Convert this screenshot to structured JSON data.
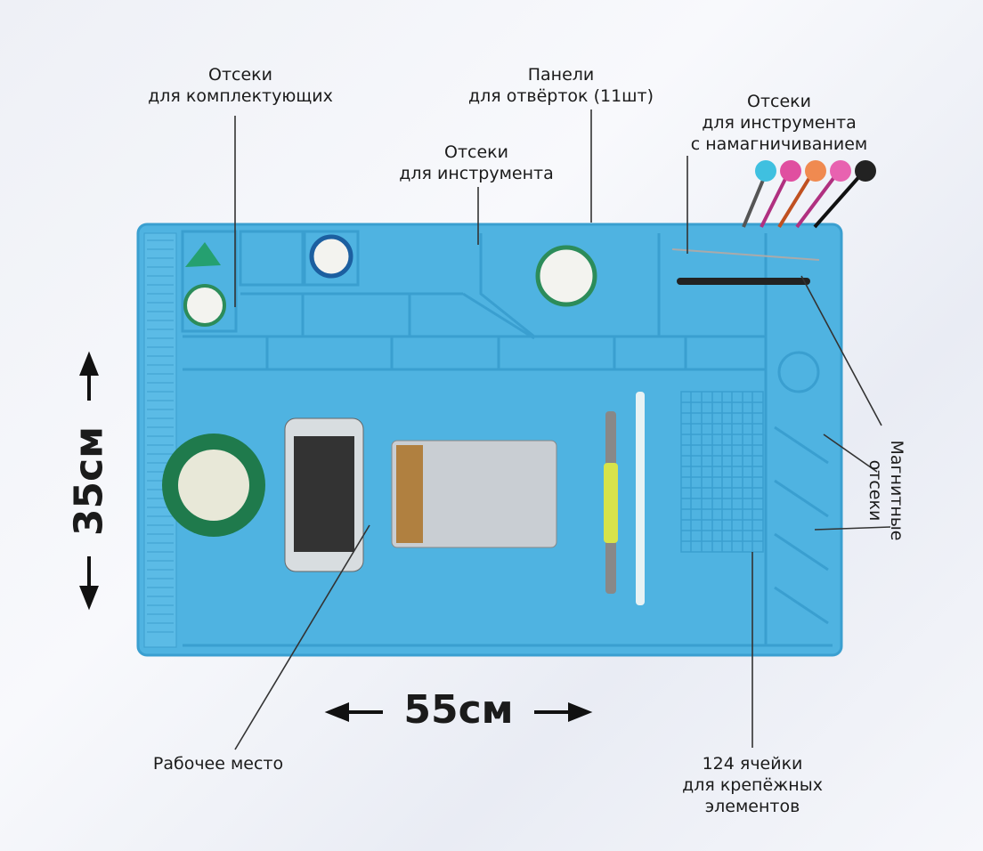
{
  "labels": {
    "components": [
      "Отсеки",
      "для комплектующих"
    ],
    "screwdriver_panels": [
      "Панели",
      "для отвёрток (11шт)"
    ],
    "tool_compartments": [
      "Отсеки",
      "для инструмента"
    ],
    "magnet_tool": [
      "Отсеки",
      "для инструмента",
      "с намагничиванием"
    ],
    "magnetic": [
      "Магнитные",
      "отсеки"
    ],
    "workspace": "Рабочее место",
    "cells": [
      "124 ячейки",
      "для крепёжных",
      "элементов"
    ]
  },
  "dimensions": {
    "height": "35см",
    "width": "55см"
  },
  "colors": {
    "mat": "#4fb3e1",
    "mat_dark": "#3a9fd0",
    "text": "#1b1b1b"
  }
}
